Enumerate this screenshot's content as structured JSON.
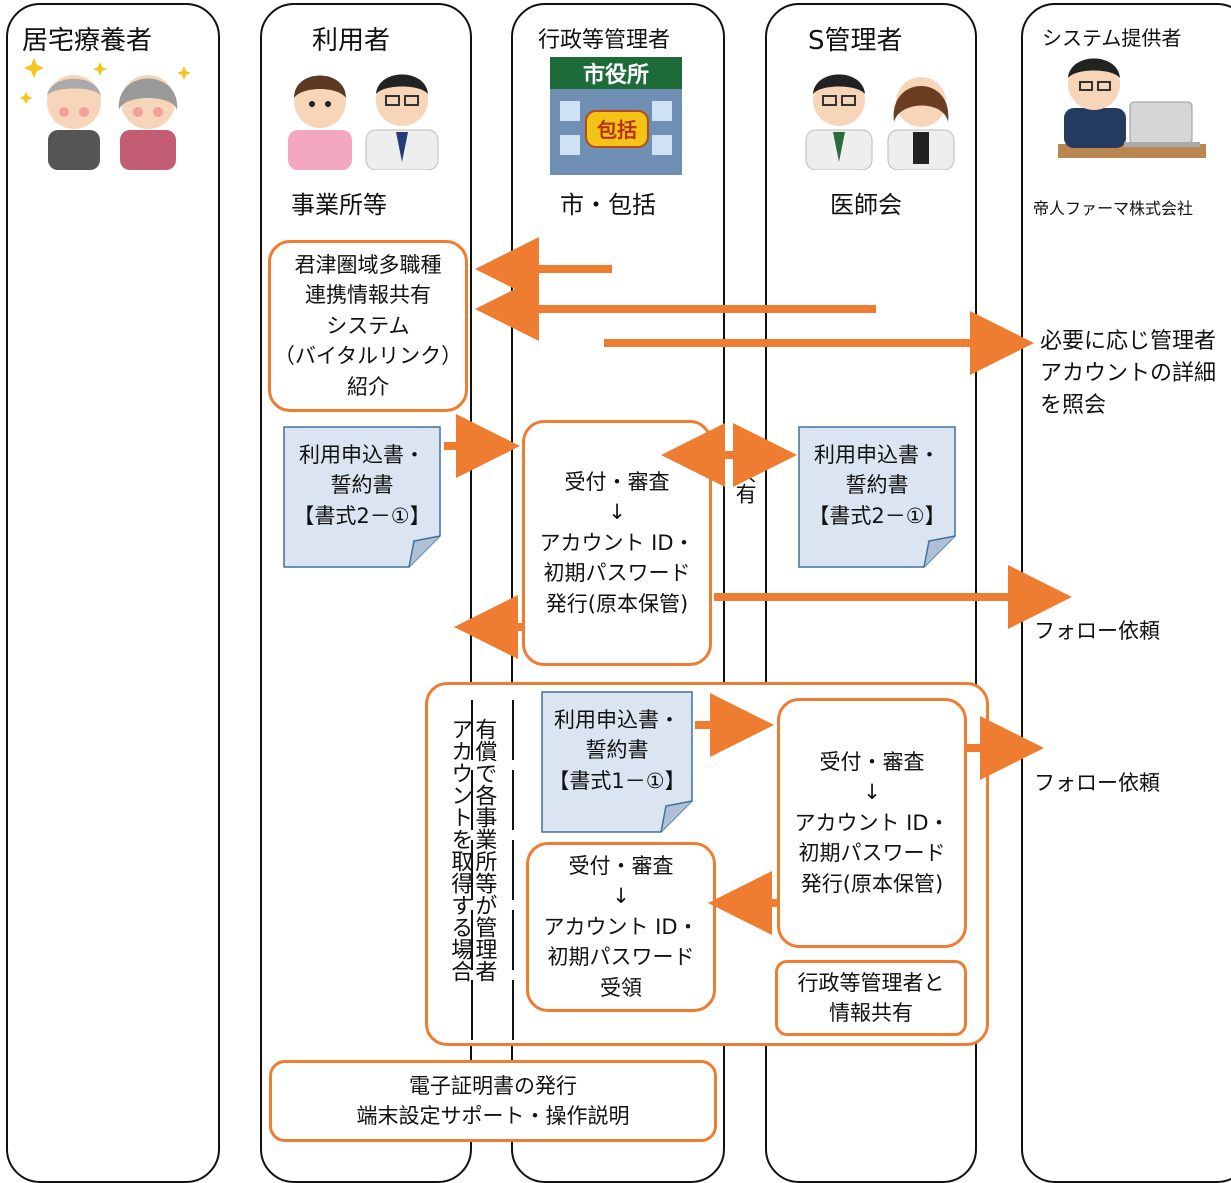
{
  "colors": {
    "accent": "#ee7d31",
    "doc_fill": "#dbe5f1",
    "doc_border": "#41719c",
    "lane_border": "#111111"
  },
  "lanes": [
    {
      "title": "居宅療養者",
      "subtitle": "",
      "icon": "elderly-couple-icon"
    },
    {
      "title": "利用者",
      "subtitle": "事業所等",
      "icon": "nurse-doctor-icon"
    },
    {
      "title": "行政等管理者",
      "subtitle": "市・包括",
      "icon": "city-office-icon"
    },
    {
      "title": "S管理者",
      "subtitle": "医師会",
      "icon": "doctors-icon"
    },
    {
      "title": "システム提供者",
      "subtitle": "帝人ファーマ株式会社",
      "icon": "computer-user-icon"
    }
  ],
  "icon_labels": {
    "city_hall": "市役所",
    "hokatsu": "包括"
  },
  "intro_box": [
    "君津圏域多職種",
    "連携情報共有",
    "システム",
    "（バイタルリンク）",
    "紹介"
  ],
  "inquiry_note": [
    "必要に応じ管理者",
    "アカウントの詳細",
    "を照会"
  ],
  "doc_user_form2": [
    "利用申込書・",
    "誓約書",
    "【書式2－①】"
  ],
  "city_process": [
    "受付・審査",
    "↓",
    "アカウント ID・",
    "初期パスワード",
    "発行(原本保管)"
  ],
  "share_label": "共有",
  "doc_admin_form2": [
    "利用申込書・",
    "誓約書",
    "【書式2－①】"
  ],
  "follow_request_1": "フォロー依頼",
  "paid_case_label": [
    "有償で各事業所等が管理者",
    "アカウントを取得する場合"
  ],
  "doc_form1": [
    "利用申込書・",
    "誓約書",
    "【書式1－①】"
  ],
  "receive_box": [
    "受付・審査",
    "↓",
    "アカウント ID・",
    "初期パスワード",
    "受領"
  ],
  "admin_process": [
    "受付・審査",
    "↓",
    "アカウント ID・",
    "初期パスワード",
    "発行(原本保管)"
  ],
  "follow_request_2": "フォロー依頼",
  "share_with_admin": [
    "行政等管理者と",
    "情報共有"
  ],
  "support_box": [
    "電子証明書の発行",
    "端末設定サポート・操作説明"
  ]
}
